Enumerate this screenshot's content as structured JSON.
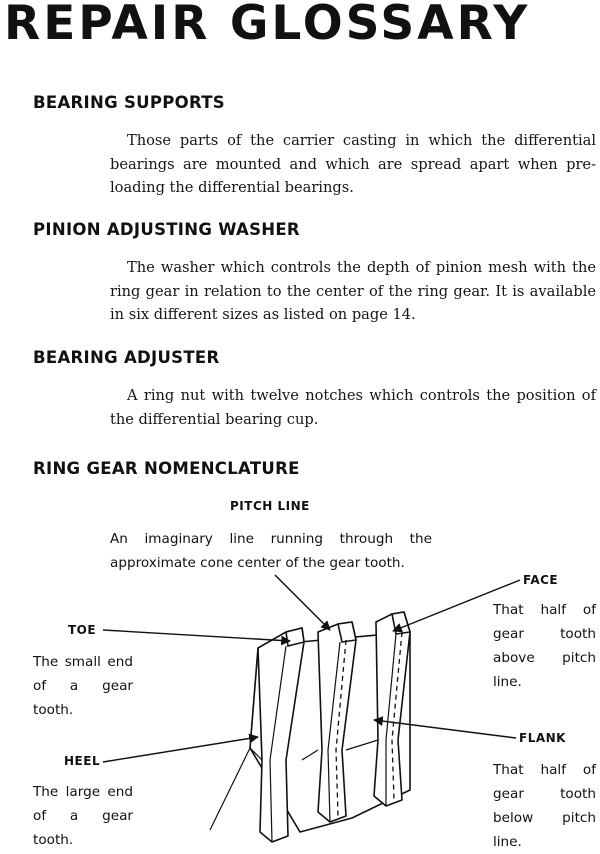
{
  "page_title": "REPAIR GLOSSARY",
  "sections": [
    {
      "heading": "BEARING SUPPORTS",
      "body": "Those parts of the carrier casting in which the differential bearings are mounted and which are spread apart when pre-loading the differential bearings."
    },
    {
      "heading": "PINION ADJUSTING WASHER",
      "body": "The washer which controls the depth of pinion mesh with the ring gear in relation to the center of the ring gear. It is available in six different sizes as listed on page 14."
    },
    {
      "heading": "BEARING ADJUSTER",
      "body": "A ring nut with twelve notches which controls the position of the differential bearing cup."
    }
  ],
  "nomenclature": {
    "heading": "RING GEAR NOMENCLATURE",
    "pitch_line": {
      "label": "PITCH LINE",
      "description": "An imaginary line running through the approximate cone center of the gear tooth."
    },
    "toe": {
      "label": "TOE",
      "lines": [
        "The small end",
        "of a gear",
        "tooth."
      ]
    },
    "heel": {
      "label": "HEEL",
      "lines": [
        "The large end",
        "of a gear",
        "tooth."
      ]
    },
    "face": {
      "label": "FACE",
      "lines": [
        "That half of",
        "gear tooth",
        "above pitch",
        "line."
      ]
    },
    "flank": {
      "label": "FLANK",
      "lines": [
        "That half of",
        "gear tooth",
        "below pitch",
        "line."
      ]
    }
  }
}
